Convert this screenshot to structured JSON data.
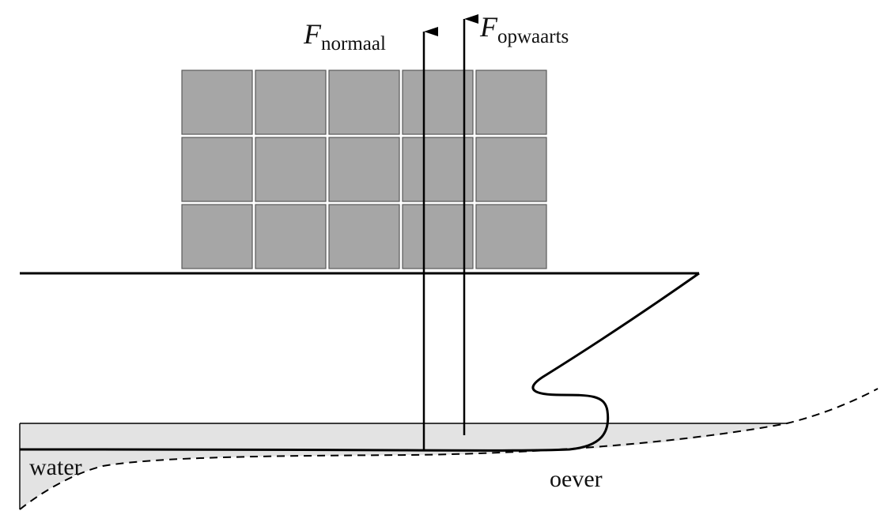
{
  "labels": {
    "force_symbol": "F",
    "force_normaal_sub": "normaal",
    "force_opwaarts_sub": "opwaarts",
    "water": "water",
    "oever": "oever"
  },
  "containers": {
    "rows": 3,
    "cols": 5
  },
  "colors": {
    "container_fill": "#a6a6a6",
    "container_stroke": "#5a5a5a",
    "water_fill": "#e3e3e3",
    "line": "#000000"
  }
}
